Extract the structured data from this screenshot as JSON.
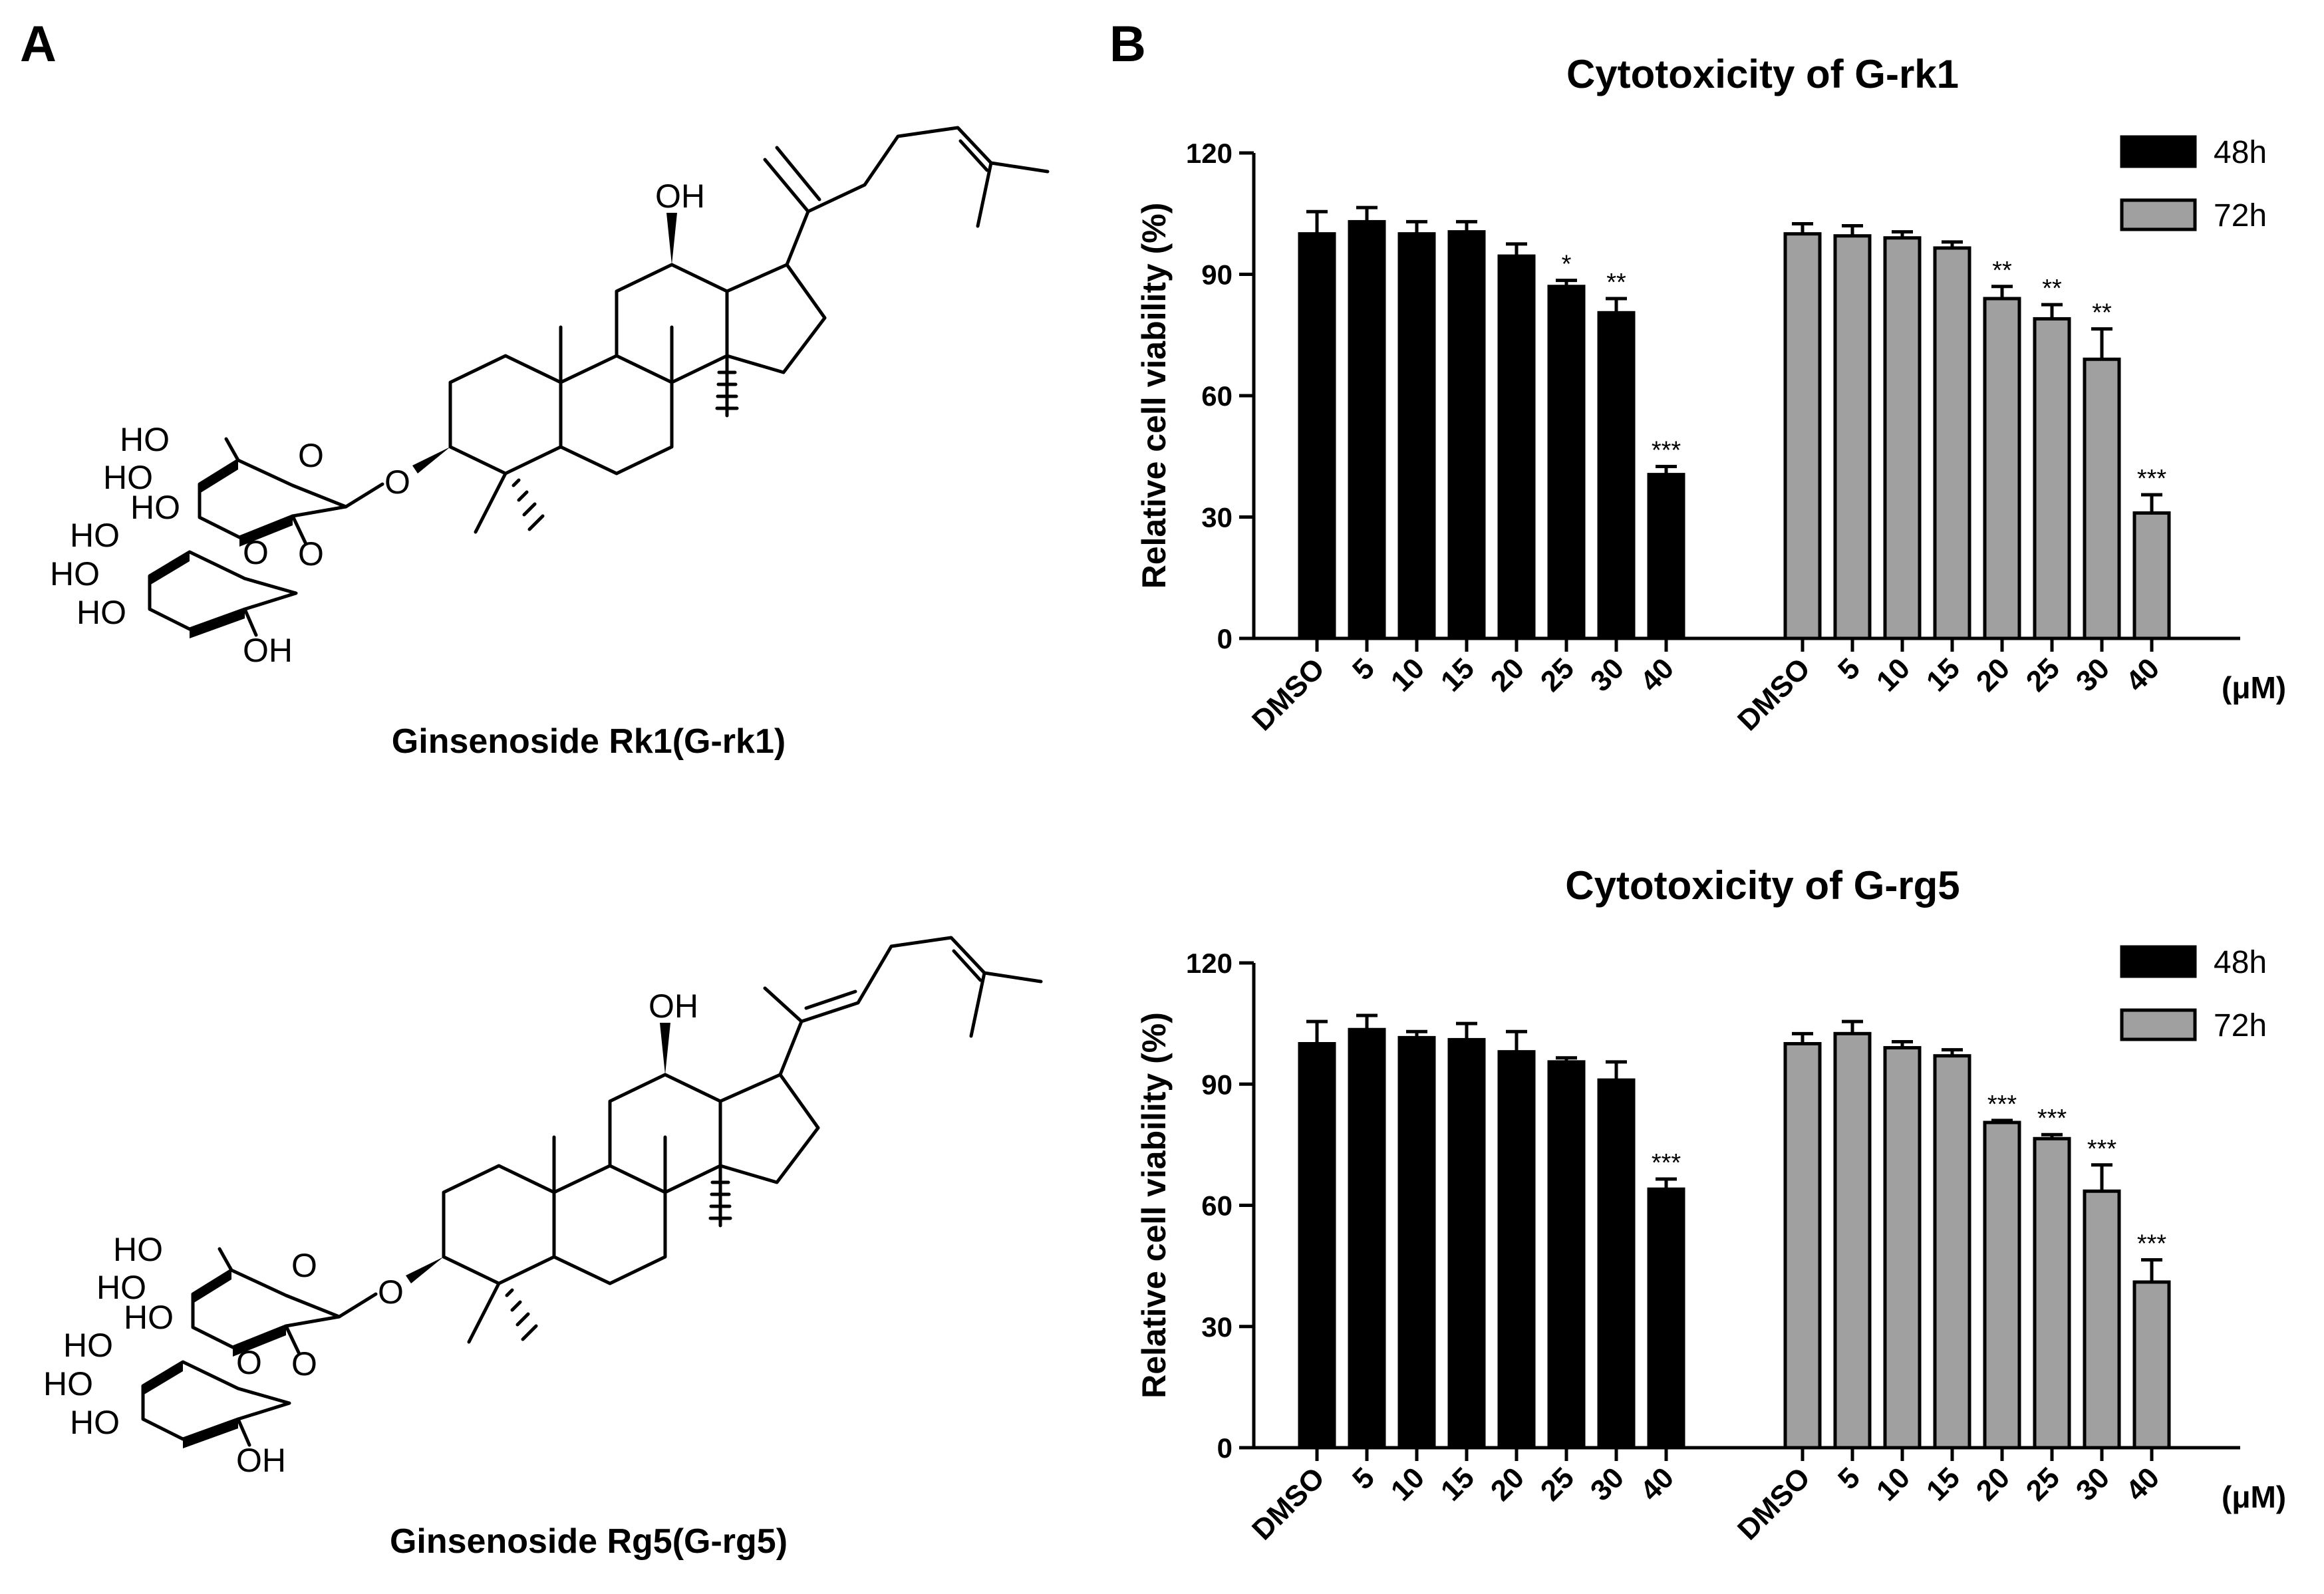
{
  "panels": {
    "a": "A",
    "b": "B"
  },
  "compounds": [
    {
      "name": "Ginsenoside Rk1(G-rk1)",
      "side_chain": "exocyclic"
    },
    {
      "name": "Ginsenoside Rg5(G-rg5)",
      "side_chain": "endocyclic"
    }
  ],
  "atom_labels": {
    "oh": "OH",
    "ho": "HO",
    "o": "O"
  },
  "legend": {
    "h48": "48h",
    "h72": "72h"
  },
  "colors": {
    "h48": "#000000",
    "h72": "#a0a0a0"
  },
  "unit": "(μM)",
  "chart_data": [
    {
      "type": "bar",
      "title": "Cytotoxicity of G-rk1",
      "ylabel": "Relative cell viability (%)",
      "ylim": [
        0,
        120
      ],
      "yticks": [
        "0",
        "30",
        "60",
        "90",
        "120"
      ],
      "categories": [
        "DMSO",
        "5",
        "10",
        "15",
        "20",
        "25",
        "30",
        "40"
      ],
      "series": [
        {
          "name": "48h",
          "values": [
            100,
            103,
            100,
            100.5,
            94.5,
            87,
            80.5,
            40.5
          ],
          "errors": [
            5.5,
            3.5,
            3,
            2.5,
            3,
            1.5,
            3.5,
            2
          ],
          "sig": [
            "",
            "",
            "",
            "",
            "",
            "*",
            "**",
            "***"
          ]
        },
        {
          "name": "72h",
          "values": [
            100,
            99.5,
            99,
            96.5,
            84,
            79,
            69,
            31
          ],
          "errors": [
            2.5,
            2.5,
            1.5,
            1.5,
            3,
            3.5,
            7.5,
            4.5
          ],
          "sig": [
            "",
            "",
            "",
            "",
            "**",
            "**",
            "**",
            "***"
          ]
        }
      ]
    },
    {
      "type": "bar",
      "title": "Cytotoxicity of G-rg5",
      "ylabel": "Relative cell viability (%)",
      "ylim": [
        0,
        120
      ],
      "yticks": [
        "0",
        "30",
        "60",
        "90",
        "120"
      ],
      "categories": [
        "DMSO",
        "5",
        "10",
        "15",
        "20",
        "25",
        "30",
        "40"
      ],
      "series": [
        {
          "name": "48h",
          "values": [
            100,
            103.5,
            101.5,
            101,
            98,
            95.5,
            91,
            64
          ],
          "errors": [
            5.5,
            3.5,
            1.5,
            4,
            5,
            1,
            4.5,
            2.5
          ],
          "sig": [
            "",
            "",
            "",
            "",
            "",
            "",
            "",
            "***"
          ]
        },
        {
          "name": "72h",
          "values": [
            100,
            102.5,
            99,
            97,
            80.5,
            76.5,
            63.5,
            41
          ],
          "errors": [
            2.5,
            3,
            1.5,
            1.5,
            0.5,
            1,
            6.5,
            5.5
          ],
          "sig": [
            "",
            "",
            "",
            "",
            "***",
            "***",
            "***",
            "***"
          ]
        }
      ]
    }
  ]
}
